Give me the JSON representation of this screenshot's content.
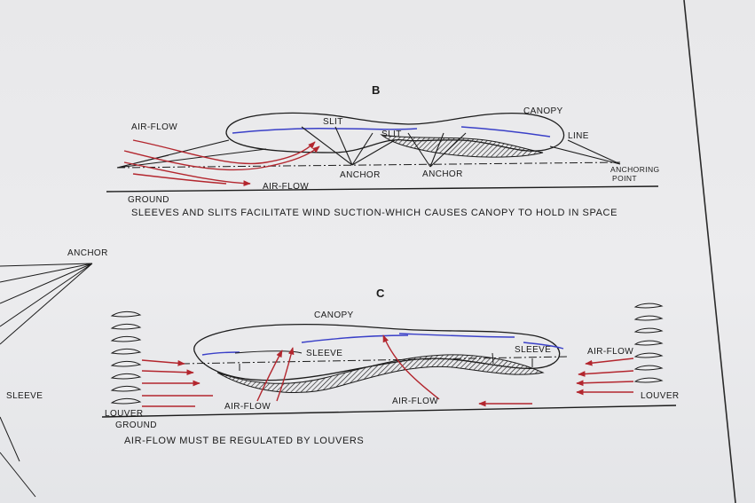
{
  "colors": {
    "paper": "#ececee",
    "ink": "#1c1c1c",
    "airflow_red": "#b3262e",
    "canopy_blue": "#3a40c8"
  },
  "figure_b": {
    "heading": "B",
    "labels": {
      "air_flow_left": "AIR-FLOW",
      "air_flow_bottom": "AIR-FLOW",
      "slit_1": "SLIT",
      "slit_2": "SLIT",
      "canopy": "CANOPY",
      "line": "LINE",
      "anchor_1": "ANCHOR",
      "anchor_2": "ANCHOR",
      "anchoring_point_1": "ANCHORING",
      "anchoring_point_2": "POINT",
      "ground": "GROUND"
    },
    "caption": "SLEEVES AND SLITS FACILITATE WIND SUCTION-WHICH CAUSES CANOPY TO HOLD IN SPACE"
  },
  "figure_c": {
    "heading": "C",
    "labels": {
      "canopy": "CANOPY",
      "sleeve_1": "SLEEVE",
      "sleeve_2": "SLEEVE",
      "air_flow_right": "AIR-FLOW",
      "air_flow_left": "AIR-FLOW",
      "air_flow_center": "AIR-FLOW",
      "louver_left": "LOUVER",
      "louver_right": "LOUVER",
      "ground": "GROUND"
    },
    "caption": "AIR-FLOW MUST BE REGULATED BY LOUVERS"
  },
  "left_fragment": {
    "anchor": "ANCHOR",
    "sleeve": "SLEEVE"
  }
}
